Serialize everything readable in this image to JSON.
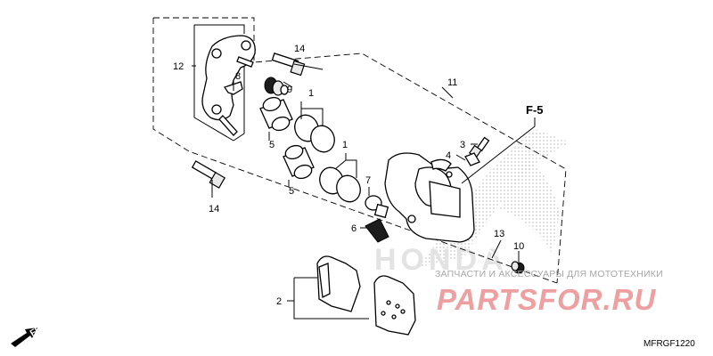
{
  "diagram": {
    "code": "MFRGF1220",
    "reference": "F-5",
    "direction": "FR."
  },
  "callouts": [
    "1",
    "1",
    "2",
    "3",
    "4",
    "5",
    "5",
    "6",
    "7",
    "8",
    "9",
    "10",
    "11",
    "12",
    "13",
    "14",
    "14"
  ],
  "watermark": {
    "tagline": "ЗАПЧАСТИ И АКСЕССУАРЫ ДЛЯ МОТОТЕХНИКИ",
    "site": "PARTSFOR.RU",
    "brand": "HONDA"
  },
  "colors": {
    "line": "#000000",
    "watermark_text": "#a7a7a7",
    "watermark_logo": "#ee9f9f"
  }
}
